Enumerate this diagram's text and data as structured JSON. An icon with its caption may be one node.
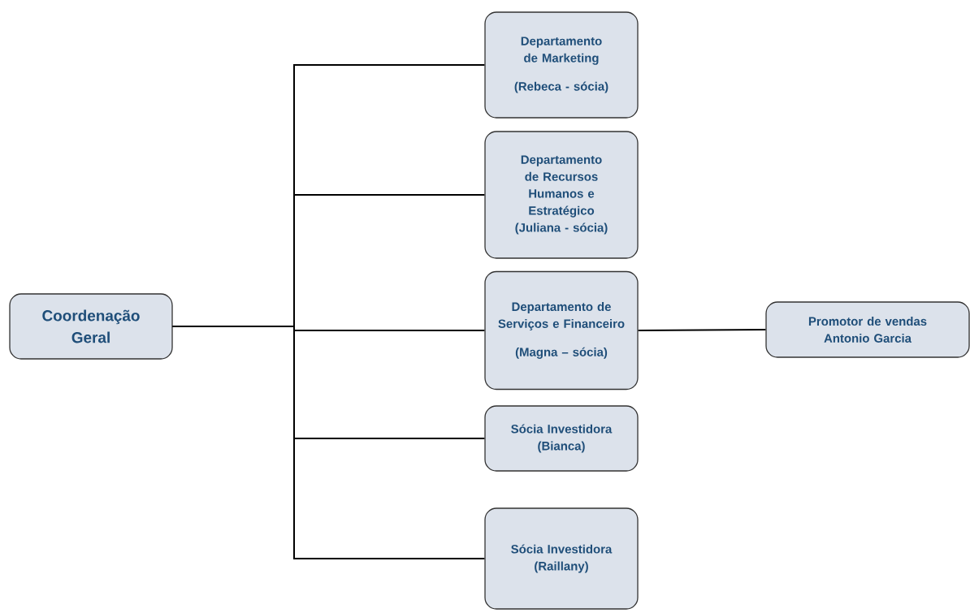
{
  "diagram": {
    "nodes": [
      {
        "text": [
          "Coordenação Geral"
        ]
      },
      {
        "text": [
          "Departamento de Marketing",
          "(Rebeca - sócia)"
        ]
      },
      {
        "text": [
          "Departamento de Recursos Humanos e Estratégico",
          "(Juliana - sócia)"
        ]
      },
      {
        "text": [
          "Departamento de Serviços e Financeiro",
          "(Magna – sócia)"
        ]
      },
      {
        "text": [
          "Promotor de vendas Antonio Garcia"
        ]
      },
      {
        "text": [
          "Sócia Investidora (Bianca)"
        ]
      },
      {
        "text": [
          "Sócia Investidora (Raillany)"
        ]
      }
    ],
    "edges": [
      {
        "from": 0,
        "to": 1,
        "arrow": "none"
      },
      {
        "from": 0,
        "to": 2,
        "arrow": "none"
      },
      {
        "from": 0,
        "to": 3,
        "arrow": "none"
      },
      {
        "from": 0,
        "to": 5,
        "arrow": "none"
      },
      {
        "from": 0,
        "to": 6,
        "arrow": "none"
      },
      {
        "from": 3,
        "to": 4,
        "arrow": "none"
      }
    ]
  }
}
